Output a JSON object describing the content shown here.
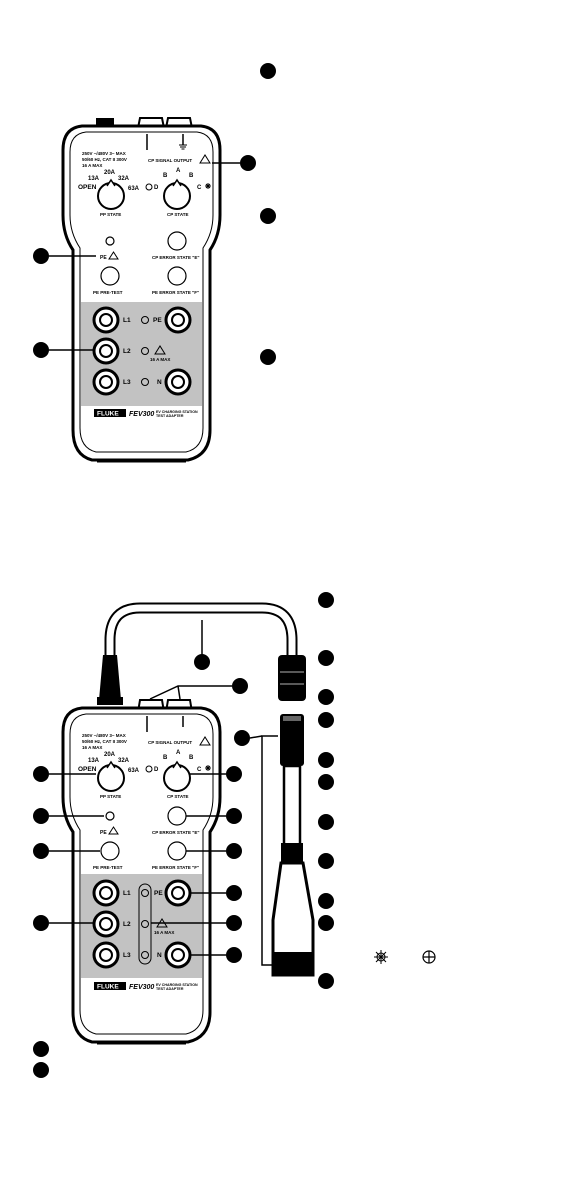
{
  "top_device": {
    "spec_line1": "250V ~/480V 3~ MAX",
    "spec_line2": "50/60 Hz, CAT II 300V",
    "spec_line3": "16 A MAX",
    "cp_signal_output": "CP SIGNAL OUTPUT",
    "pp_options": [
      "13A",
      "20A",
      "32A",
      "63A",
      "OPEN"
    ],
    "pp_state": "PP STATE",
    "cp_options": [
      "B",
      "A",
      "B",
      "C",
      "D"
    ],
    "cp_state": "CP STATE",
    "pe_label": "PE",
    "pe_pre_test": "PE PRE-TEST",
    "cp_error_e": "CP ERROR STATE \"E\"",
    "pe_error_f": "PE ERROR STATE \"F\"",
    "jacks": [
      "L1",
      "L2",
      "L3",
      "PE",
      "N"
    ],
    "current_max": "16 A MAX",
    "brand": "FLUKE",
    "model": "FEV300",
    "model_desc1": "EV CHARGING STATION",
    "model_desc2": "TEST ADAPTER"
  },
  "bottom_device": {
    "spec_line1": "250V ~/480V 3~ MAX",
    "spec_line2": "50/60 Hz, CAT II 300V",
    "spec_line3": "16 A MAX",
    "cp_signal_output": "CP SIGNAL OUTPUT",
    "pp_options": [
      "13A",
      "20A",
      "32A",
      "63A",
      "OPEN"
    ],
    "pp_state": "PP STATE",
    "cp_options": [
      "B",
      "A",
      "B",
      "C",
      "D"
    ],
    "cp_state": "CP STATE",
    "pe_label": "PE",
    "pe_pre_test": "PE PRE-TEST",
    "cp_error_e": "CP ERROR STATE \"E\"",
    "pe_error_f": "PE ERROR STATE \"F\"",
    "jacks": [
      "L1",
      "L2",
      "L3",
      "PE",
      "N"
    ],
    "current_max": "16 A MAX",
    "brand": "FLUKE",
    "model": "FEV300",
    "model_desc1": "EV CHARGING STATION",
    "model_desc2": "TEST ADAPTER"
  },
  "colors": {
    "panel_gray": "#c2c2c2",
    "callout": "#000000",
    "body_outline": "#000000"
  }
}
